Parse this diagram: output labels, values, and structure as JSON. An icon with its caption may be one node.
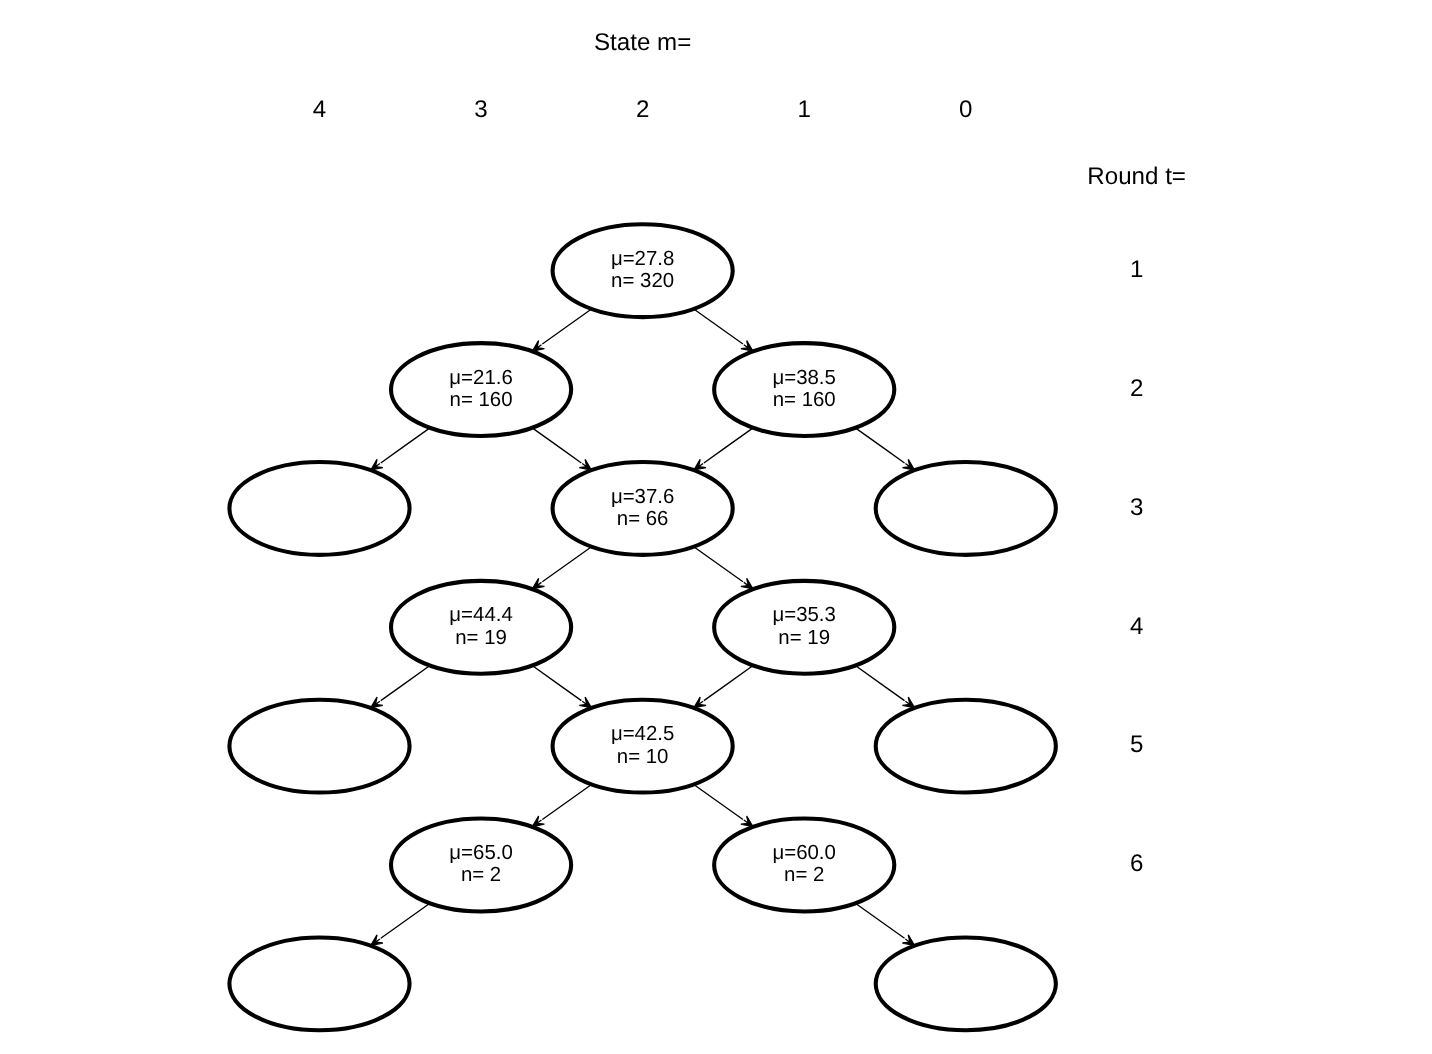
{
  "diagram": {
    "nodes": [
      {
        "text": [
          "μ=27.8",
          "n= 320"
        ]
      },
      {
        "text": [
          "μ=38.5",
          "n= 160"
        ]
      },
      {
        "text": [
          "μ=21.6",
          "n= 160"
        ]
      },
      {
        "text": [],
        "shape": "ellipse"
      },
      {
        "text": [
          "μ=37.6",
          "n= 66"
        ]
      },
      {
        "text": [],
        "shape": "ellipse"
      },
      {
        "text": [
          "μ=35.3",
          "n= 19"
        ]
      },
      {
        "text": [
          "μ=44.4",
          "n= 19"
        ]
      },
      {
        "text": [],
        "shape": "ellipse"
      },
      {
        "text": [
          "μ=42.5",
          "n= 10"
        ]
      },
      {
        "text": [],
        "shape": "ellipse"
      },
      {
        "text": [
          "μ=60.0",
          "n= 2"
        ]
      },
      {
        "text": [
          "μ=65.0",
          "n= 2"
        ]
      },
      {
        "text": [],
        "shape": "ellipse"
      },
      {
        "text": [],
        "shape": "ellipse"
      }
    ],
    "edges": [
      {
        "from": 0,
        "to": 1,
        "arrow": "to"
      },
      {
        "from": 0,
        "to": 2,
        "arrow": "to"
      },
      {
        "from": 1,
        "to": 3,
        "arrow": "to"
      },
      {
        "from": 1,
        "to": 4,
        "arrow": "to"
      },
      {
        "from": 2,
        "to": 4,
        "arrow": "to"
      },
      {
        "from": 2,
        "to": 5,
        "arrow": "to"
      },
      {
        "from": 4,
        "to": 6,
        "arrow": "to"
      },
      {
        "from": 4,
        "to": 7,
        "arrow": "to"
      },
      {
        "from": 6,
        "to": 8,
        "arrow": "to"
      },
      {
        "from": 6,
        "to": 9,
        "arrow": "to"
      },
      {
        "from": 7,
        "to": 9,
        "arrow": "to"
      },
      {
        "from": 7,
        "to": 10,
        "arrow": "to"
      },
      {
        "from": 9,
        "to": 11,
        "arrow": "to"
      },
      {
        "from": 9,
        "to": 12,
        "arrow": "to"
      },
      {
        "from": 11,
        "to": 13,
        "arrow": "to"
      },
      {
        "from": 12,
        "to": 14,
        "arrow": "to"
      }
    ],
    "labels": [
      "State m=",
      "0",
      "1",
      "2",
      "3",
      "4",
      "Round t=",
      "1",
      "2",
      "3",
      "4",
      "5",
      "6"
    ]
  }
}
